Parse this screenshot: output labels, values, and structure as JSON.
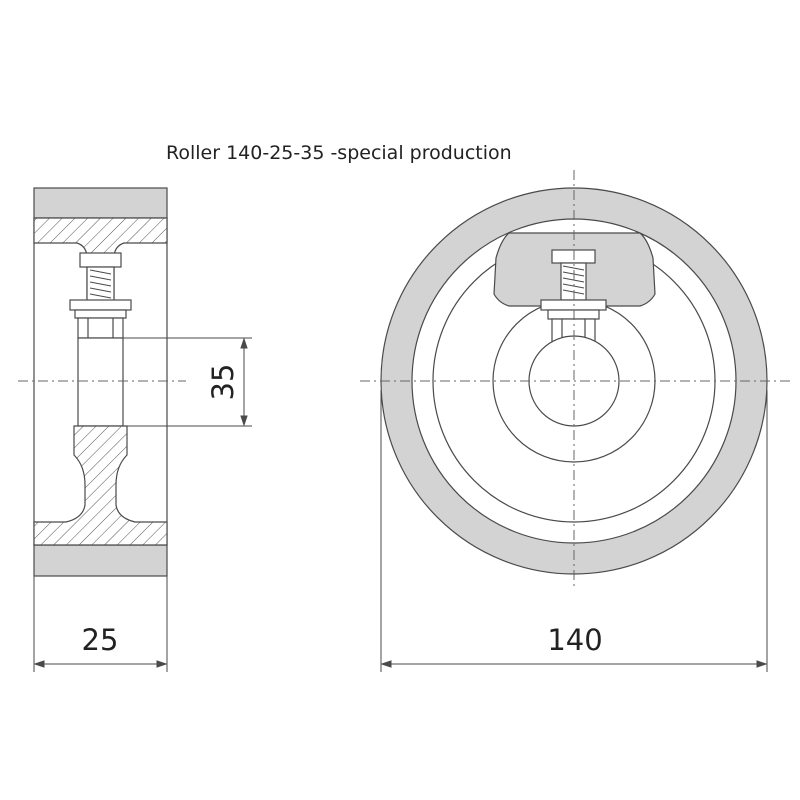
{
  "title": "Roller 140-25-35 -special production",
  "dimensions": {
    "bore": "35",
    "width": "25",
    "diameter": "140"
  },
  "colors": {
    "tread": "#d3d3d3",
    "line": "#4a4a4a",
    "hatch": "#555555",
    "centerline": "#666666",
    "background": "#ffffff"
  }
}
